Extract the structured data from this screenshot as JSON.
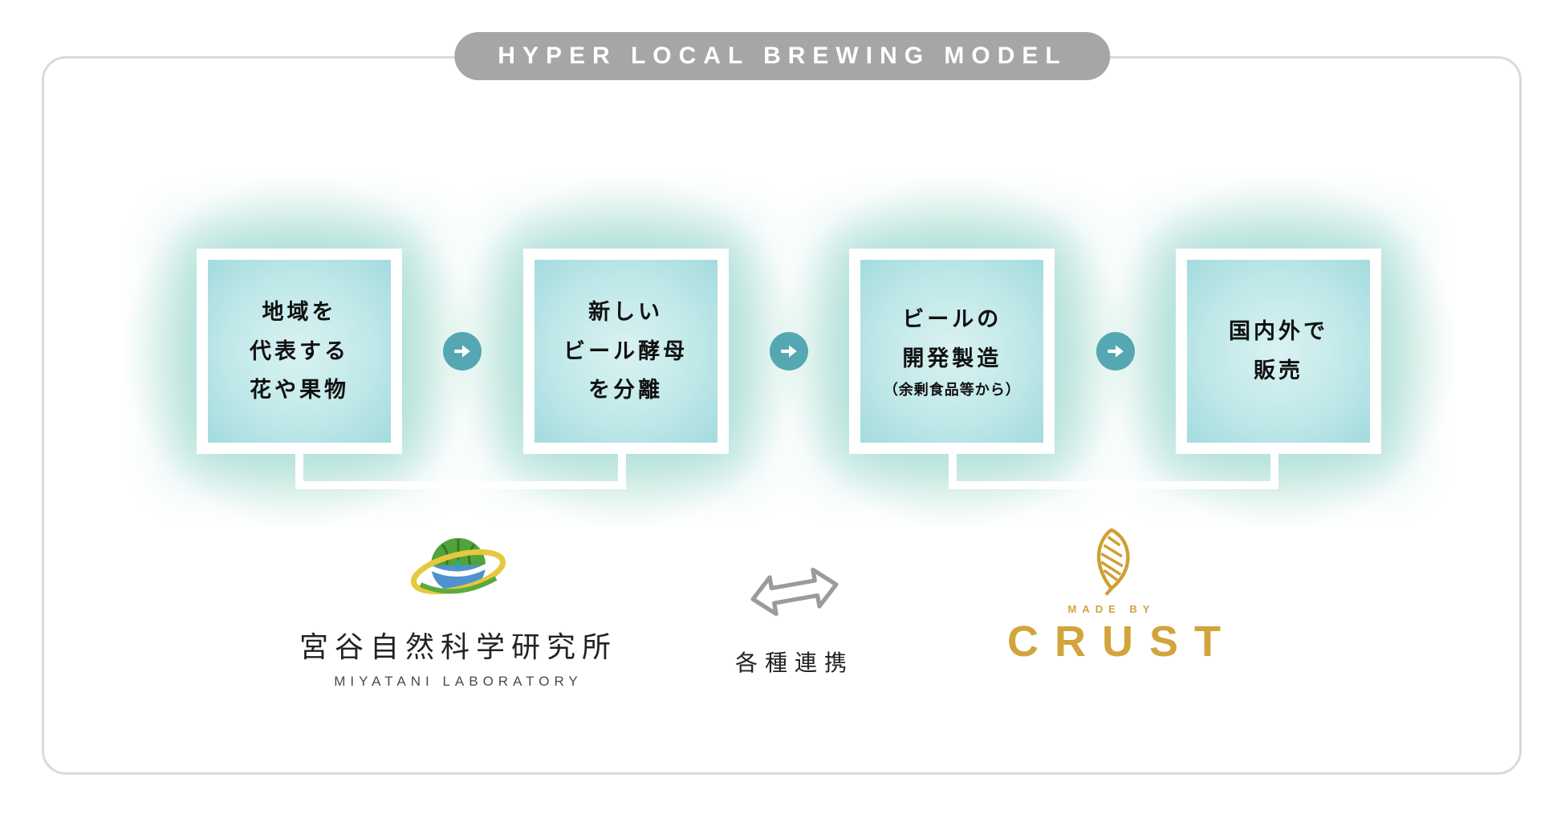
{
  "title": "HYPER LOCAL BREWING MODEL",
  "flow": {
    "steps": [
      {
        "lines": [
          "地域を",
          "代表する",
          "花や果物"
        ]
      },
      {
        "lines": [
          "新しい",
          "ビール酵母",
          "を分離"
        ]
      },
      {
        "lines": [
          "ビールの",
          "開発製造"
        ],
        "note": "（余剰食品等から）"
      },
      {
        "lines": [
          "国内外で",
          "販売"
        ]
      }
    ]
  },
  "partners": {
    "laboratory": {
      "name": "宮谷自然科学研究所",
      "subtitle": "MIYATANI LABORATORY"
    },
    "collaboration": {
      "label": "各種連携"
    },
    "crust": {
      "made_by": "MADE BY",
      "name": "CRUST"
    }
  },
  "colors": {
    "accent_teal": "#55a7b2",
    "glow_teal": "#7ccbc7",
    "title_gray": "#a6a6a6",
    "crust_gold": "#d2a43b",
    "card_border": "#dadada"
  }
}
